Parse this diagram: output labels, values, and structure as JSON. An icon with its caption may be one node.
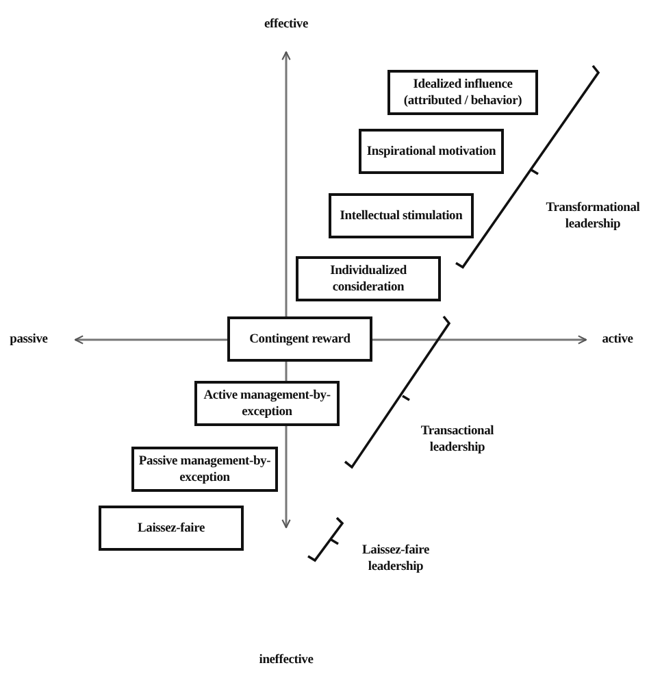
{
  "diagram": {
    "nodes": [
      {
        "text": [
          "Idealized influence (attributed / behavior)"
        ]
      },
      {
        "text": [
          "Inspirational motivation"
        ]
      },
      {
        "text": [
          "Intellectual stimulation"
        ]
      },
      {
        "text": [
          "Individualized consideration"
        ]
      },
      {
        "text": [
          "Contingent reward"
        ]
      },
      {
        "text": [
          "Active management-by-exception"
        ]
      },
      {
        "text": [
          "Passive management-by-exception"
        ]
      },
      {
        "text": [
          "Laissez-faire"
        ]
      }
    ],
    "edges": [],
    "labels": [
      "effective",
      "Transformational leadership",
      "passive",
      "active",
      "Transactional leadership",
      "Laissez-faire leadership",
      "ineffective"
    ]
  }
}
